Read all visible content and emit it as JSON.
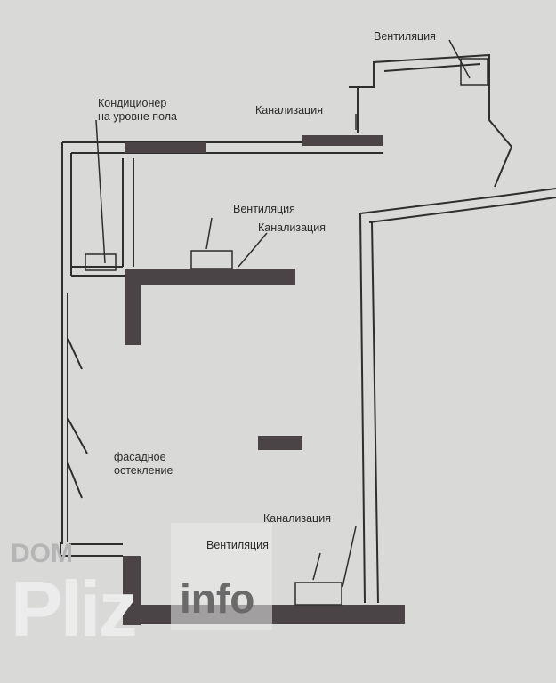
{
  "labels": {
    "vent_top_right": "Вентиляция",
    "conditioner_line1": "Кондиционер",
    "conditioner_line2": "на уровне пола",
    "sewer_top": "Канализация",
    "vent_middle": "Вентиляция",
    "sewer_middle": "Канализация",
    "facade_line1": "фасадное",
    "facade_line2": "остекление",
    "sewer_bottom": "Канализация",
    "vent_bottom": "Вентиляция"
  },
  "watermark": {
    "dom": "DOM",
    "pliz": "Pliz",
    "info": "info"
  },
  "colors": {
    "background": "#d9d9d7",
    "wall": "#4a4446",
    "line": "#2e2e2e"
  }
}
